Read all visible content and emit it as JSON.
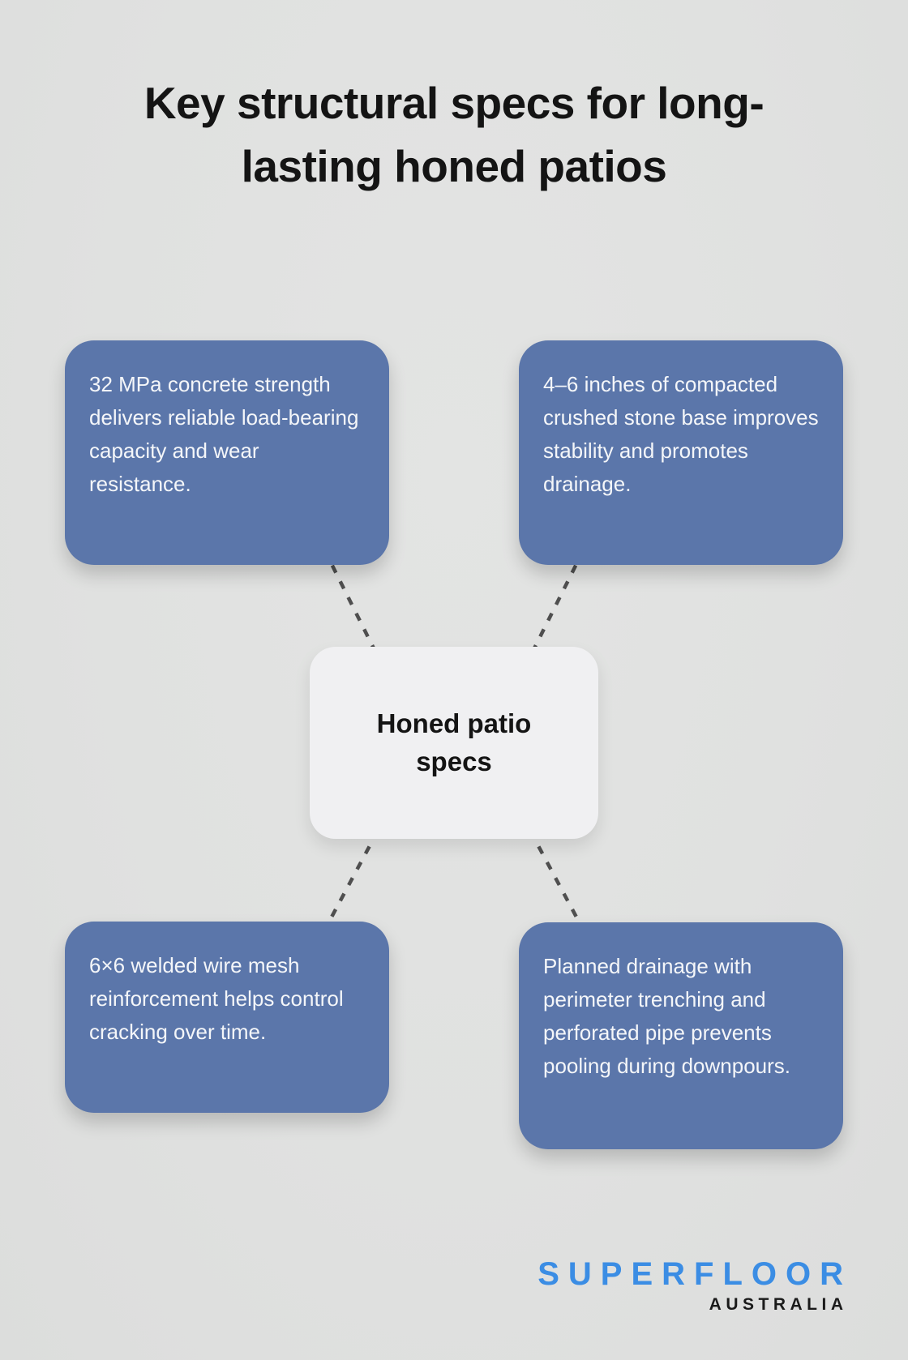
{
  "title": {
    "full": "Key structural specs for long-lasting honed patios",
    "line1": "Key structural specs for long-",
    "line2": "lasting honed patios"
  },
  "center_node": {
    "label": "Honed patio specs"
  },
  "nodes": [
    {
      "position": "top-left",
      "text": "32 MPa concrete strength delivers reliable load-bearing capacity and wear resistance."
    },
    {
      "position": "top-right",
      "text": "4–6 inches of compacted crushed stone base improves stability and promotes drainage."
    },
    {
      "position": "bottom-left",
      "text": "6×6 welded wire mesh reinforcement helps control cracking over time."
    },
    {
      "position": "bottom-right",
      "text": "Planned drainage with perimeter trenching and perforated pipe prevents pooling during downpours."
    }
  ],
  "logo": {
    "brand": "SUPERFLOOR",
    "region": "AUSTRALIA"
  },
  "colors": {
    "background": "#e0e1e0",
    "node_fill": "#5b76aa",
    "node_text": "#f4f6f9",
    "center_fill": "#f0f0f2",
    "center_text": "#141414",
    "connector": "#4f4f4f",
    "title_text": "#141414",
    "logo_blue": "#3b8de4",
    "logo_black": "#1a1a1a"
  }
}
